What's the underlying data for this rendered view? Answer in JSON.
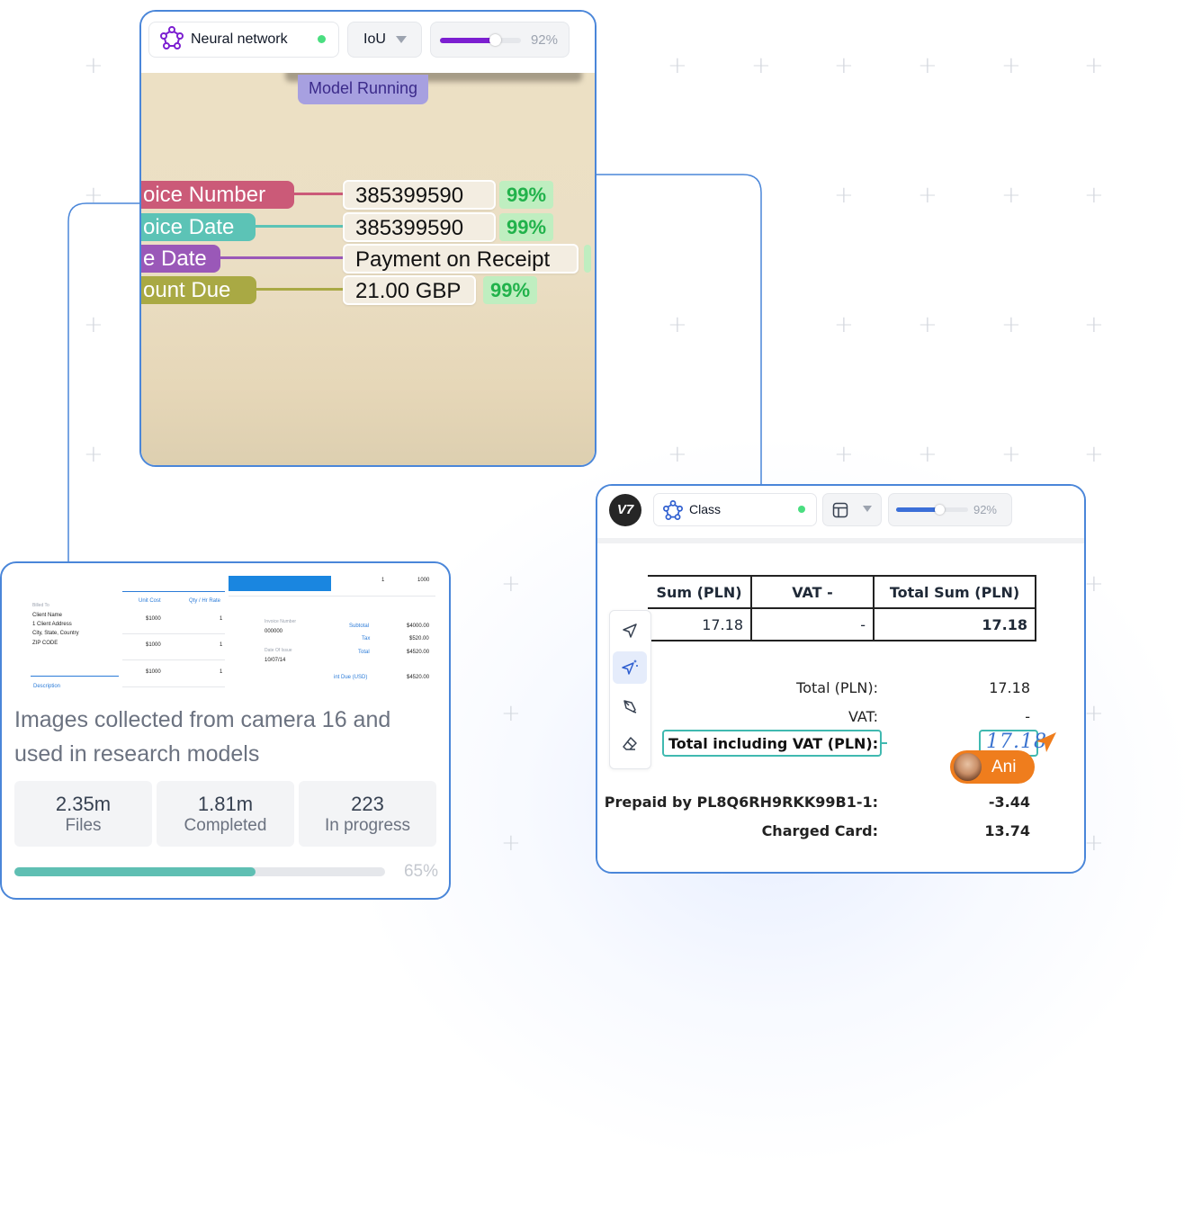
{
  "top_card": {
    "network_label": "Neural network",
    "metric_label": "IoU",
    "progress_value": 0.68,
    "progress_text": "92%",
    "model_status": "Model Running",
    "fields": [
      {
        "label": "oice Number",
        "value": "385399590",
        "confidence": "99%",
        "color": "#cb5a78"
      },
      {
        "label": "oice Date",
        "value": "385399590",
        "confidence": "99%",
        "color": "#5cc3b6"
      },
      {
        "label": "e Date",
        "value": "Payment on Receipt",
        "confidence": "",
        "color": "#9a58b8"
      },
      {
        "label": "ount Due",
        "value": "21.00 GBP",
        "confidence": "99%",
        "color": "#a9a944"
      }
    ]
  },
  "left_card": {
    "doc": {
      "billed_to": "Billed To",
      "client_name": "Client Name",
      "client_address": "1 Client Address",
      "client_city": "City, State, Country",
      "client_zip": "ZIP CODE",
      "description": "Description",
      "unit_cost": "Unit Cost",
      "qty": "Qty / Hr Rate",
      "cost_rows": [
        "$1000",
        "$1000",
        "$1000"
      ],
      "qty_rows": [
        "1",
        "1",
        "1"
      ],
      "top_qty": "1",
      "top_amount": "1000",
      "invoice_number_label": "Invoice Number",
      "invoice_number": "000000",
      "date_label": "Date Of Issue",
      "date": "10/07/14",
      "subtotal_label": "Subtotal",
      "subtotal": "$4000.00",
      "tax_label": "Tax",
      "tax": "$520.00",
      "total_label": "Total",
      "total": "$4520.00",
      "amount_due_label": "int Due (USD)",
      "amount_due": "$4520.00"
    },
    "description": "Images collected from camera 16 and used in research models",
    "stats": [
      {
        "value": "2.35m",
        "label": "Files"
      },
      {
        "value": "1.81m",
        "label": "Completed"
      },
      {
        "value": "223",
        "label": "In progress"
      }
    ],
    "progress": 0.65,
    "progress_text": "65%"
  },
  "right_card": {
    "logo": "V7",
    "class_label": "Class",
    "progress_value": 0.6,
    "progress_text": "92%",
    "table": {
      "headers": [
        "Sum (PLN)",
        "VAT -",
        "Total Sum (PLN)"
      ],
      "row": [
        "17.18",
        "-",
        "17.18"
      ]
    },
    "totals": [
      {
        "label": "Total (PLN):",
        "value": "17.18"
      },
      {
        "label": "VAT:",
        "value": "-"
      }
    ],
    "highlight_label": "Total including VAT (PLN):",
    "handwritten_value": "17.18",
    "user_name": "Ani",
    "prepaid_label": "Prepaid by PL8Q6RH9RKK99B1-1:",
    "prepaid_value": "-3.44",
    "charged_label": "Charged Card:",
    "charged_value": "13.74",
    "tools": [
      "pointer-icon",
      "ai-pointer-icon",
      "pen-icon",
      "eraser-icon"
    ]
  }
}
